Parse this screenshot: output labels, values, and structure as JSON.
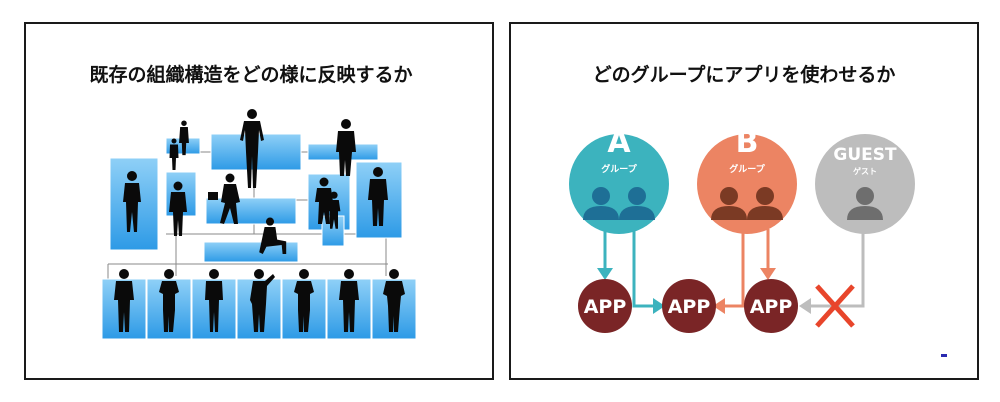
{
  "left_panel": {
    "title": "既存の組織構造をどの様に反映するか"
  },
  "right_panel": {
    "title": "どのグループにアプリを使わせるか",
    "groups": [
      {
        "letter": "A",
        "sub": "グループ",
        "color": "#3cb3be",
        "person_color": "#1e6f96"
      },
      {
        "letter": "B",
        "sub": "グループ",
        "color": "#ec8463",
        "person_color": "#7b3a24"
      },
      {
        "letter": "GUEST",
        "sub": "ゲスト",
        "color": "#bdbdbd",
        "person_color": "#6e6e6e"
      }
    ],
    "apps": [
      {
        "label": "APP",
        "color": "#7a2526"
      },
      {
        "label": "APP",
        "color": "#7a2526"
      },
      {
        "label": "APP",
        "color": "#7a2526"
      }
    ],
    "deny_color": "#e8452b"
  },
  "colors": {
    "org_box": "#3ba3ea",
    "org_box_light": "#9fd4f5",
    "silhouette": "#0a0a0a"
  }
}
